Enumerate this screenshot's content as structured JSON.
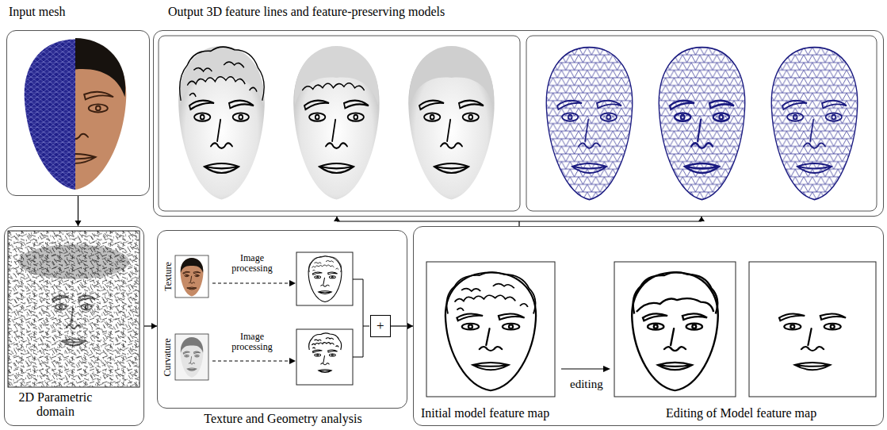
{
  "diagram": {
    "nodes": [
      {
        "text": [
          "Input mesh"
        ]
      },
      {
        "text": [
          "Output 3D feature lines and feature-preserving models"
        ]
      },
      {
        "text": [
          "2D Parametric domain"
        ]
      },
      {
        "text": [
          "Texture and Geometry analysis"
        ]
      },
      {
        "text": [
          "+"
        ],
        "in": 3
      },
      {
        "text": [
          "Initial model feature map",
          "Editing of Model feature map"
        ]
      }
    ],
    "edges": [
      {
        "from": 0,
        "to": 2,
        "arrow": "to"
      },
      {
        "from": 2,
        "to": 3,
        "arrow": "to"
      },
      {
        "from": 4,
        "to": 5,
        "arrow": "to"
      },
      {
        "from": 5,
        "to": 1,
        "arrow": "to"
      }
    ],
    "labels": [
      "Texture",
      "Image processing",
      "Curvature",
      "Image processing",
      "editing"
    ]
  }
}
